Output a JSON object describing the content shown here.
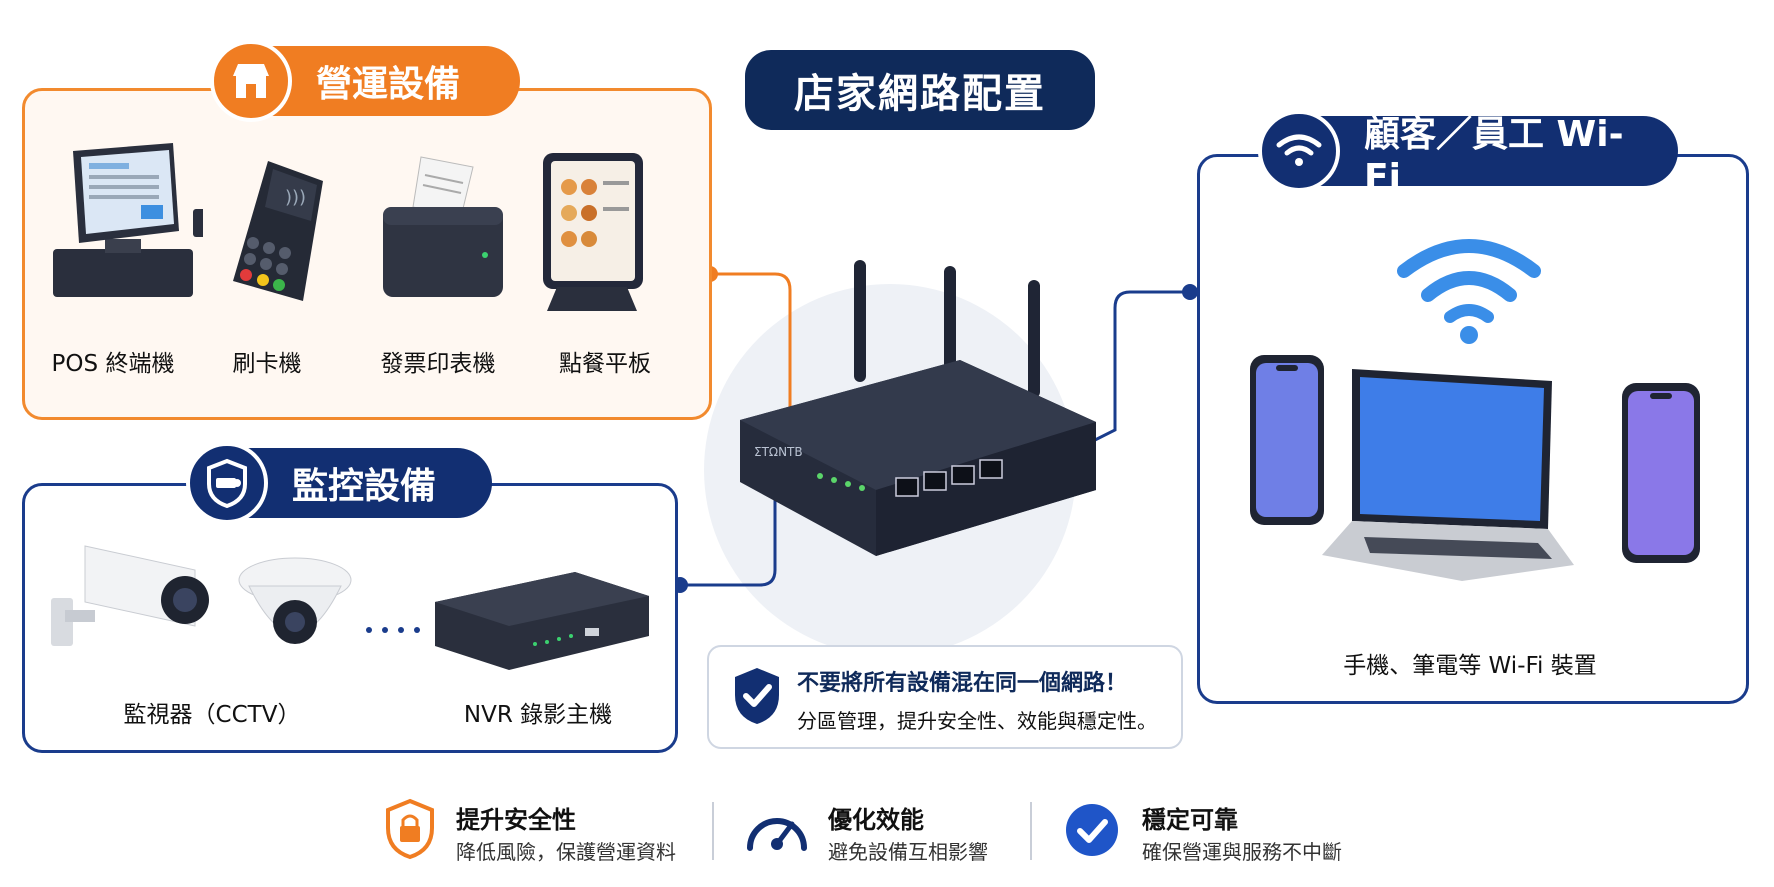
{
  "title": "店家網路配置",
  "sections": {
    "operations": {
      "heading": "營運設備",
      "devices": [
        {
          "label": "POS 終端機",
          "icon": "pos-terminal-icon"
        },
        {
          "label": "刷卡機",
          "icon": "card-reader-icon"
        },
        {
          "label": "發票印表機",
          "icon": "receipt-printer-icon"
        },
        {
          "label": "點餐平板",
          "icon": "order-tablet-icon"
        }
      ]
    },
    "surveillance": {
      "heading": "監控設備",
      "devices": [
        {
          "label": "監視器（CCTV）",
          "icon": "cctv-camera-icon"
        },
        {
          "label": "NVR 錄影主機",
          "icon": "nvr-recorder-icon"
        }
      ]
    },
    "wifi": {
      "heading": "顧客／員工 Wi-Fi",
      "devices_label": "手機、筆電等 Wi-Fi 裝置"
    }
  },
  "router": {
    "brand_text": "ΣTΩNTB",
    "icon": "router-icon"
  },
  "warning": {
    "title": "不要將所有設備混在同一個網路！",
    "subtitle": "分區管理，提升安全性、效能與穩定性。"
  },
  "benefits": [
    {
      "title": "提升安全性",
      "subtitle": "降低風險，保護營運資料",
      "icon": "lock-shield-icon"
    },
    {
      "title": "優化效能",
      "subtitle": "避免設備互相影響",
      "icon": "speedometer-icon"
    },
    {
      "title": "穩定可靠",
      "subtitle": "確保營運與服務不中斷",
      "icon": "check-circle-icon"
    }
  ],
  "colors": {
    "orange": "#f07d22",
    "navy": "#122f72",
    "dark_navy": "#0f2a5a",
    "wifi_blue": "#3a8ee8"
  }
}
